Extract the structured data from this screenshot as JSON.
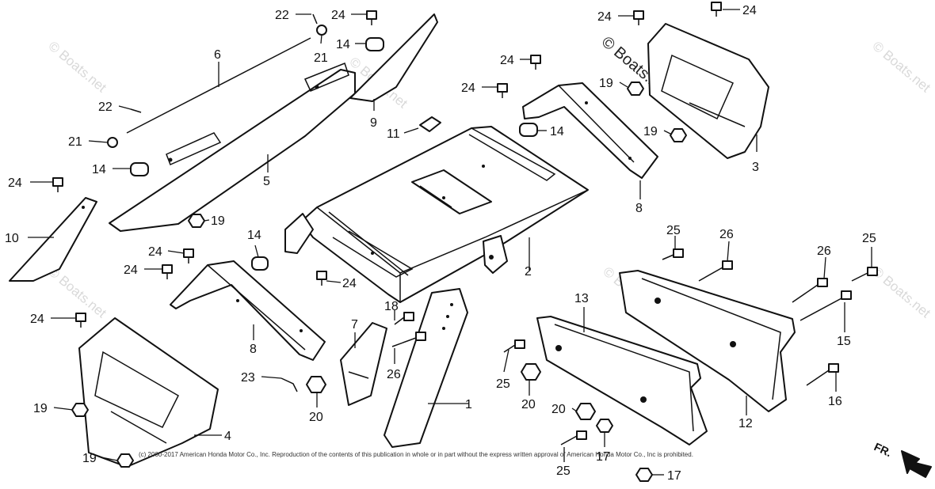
{
  "watermark": "© Boats.net",
  "copyright": "(c) 2000-2017 American Honda Motor Co., Inc. Reproduction of the contents of this publication in whole or in part without the express written approval of American Honda Motor Co., Inc is prohibited.",
  "direction_label": "FR.",
  "callouts": [
    "1",
    "2",
    "3",
    "4",
    "5",
    "6",
    "7",
    "8",
    "8",
    "9",
    "10",
    "11",
    "12",
    "13",
    "14",
    "14",
    "14",
    "14",
    "15",
    "16",
    "17",
    "17",
    "18",
    "19",
    "19",
    "19",
    "19",
    "19",
    "20",
    "20",
    "20",
    "21",
    "21",
    "22",
    "22",
    "23",
    "24",
    "24",
    "24",
    "24",
    "24",
    "24",
    "24",
    "24",
    "24",
    "24",
    "25",
    "25",
    "25",
    "25",
    "26",
    "26",
    "26"
  ]
}
